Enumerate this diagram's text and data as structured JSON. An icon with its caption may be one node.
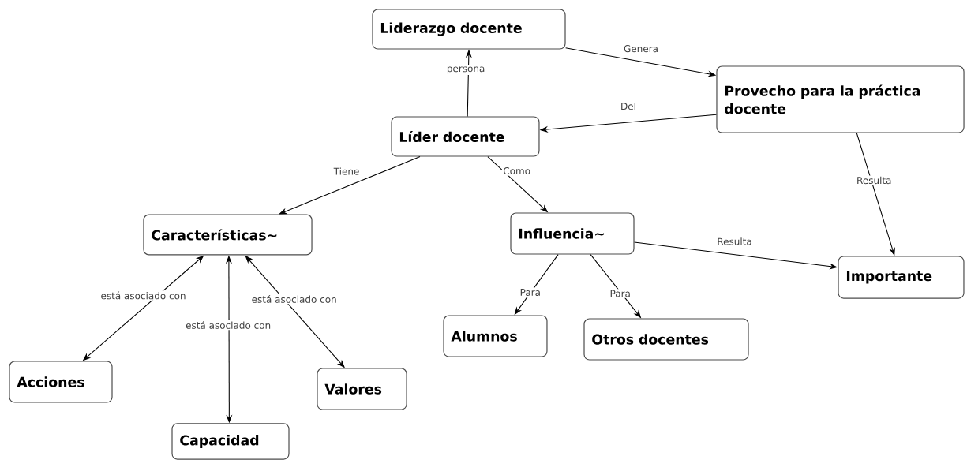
{
  "diagram": {
    "nodes": [
      {
        "text": [
          "Liderazgo docente"
        ]
      },
      {
        "text": [
          "Provecho para la práctica docente"
        ]
      },
      {
        "text": [
          "Líder docente"
        ]
      },
      {
        "text": [
          "Características~"
        ]
      },
      {
        "text": [
          "Influencia~"
        ]
      },
      {
        "text": [
          "Importante"
        ]
      },
      {
        "text": [
          "Alumnos"
        ]
      },
      {
        "text": [
          "Otros docentes"
        ]
      },
      {
        "text": [
          "Acciones"
        ]
      },
      {
        "text": [
          "Valores"
        ]
      },
      {
        "text": [
          "Capacidad"
        ]
      }
    ],
    "edges": [
      {
        "from": 2,
        "to": 0,
        "arrow": "to",
        "label": "persona"
      },
      {
        "from": 0,
        "to": 1,
        "arrow": "to",
        "label": "Genera"
      },
      {
        "from": 1,
        "to": 2,
        "arrow": "to",
        "label": "Del"
      },
      {
        "from": 2,
        "to": 3,
        "arrow": "to",
        "label": "Tiene"
      },
      {
        "from": 2,
        "to": 4,
        "arrow": "to",
        "label": "Como"
      },
      {
        "from": 1,
        "to": 5,
        "arrow": "to",
        "label": "Resulta"
      },
      {
        "from": 4,
        "to": 5,
        "arrow": "to",
        "label": "Resulta"
      },
      {
        "from": 4,
        "to": 6,
        "arrow": "to",
        "label": "Para"
      },
      {
        "from": 4,
        "to": 7,
        "arrow": "to",
        "label": "Para"
      },
      {
        "from": 3,
        "to": 8,
        "arrow": "both",
        "label": "está asociado con"
      },
      {
        "from": 3,
        "to": 10,
        "arrow": "both",
        "label": "está asociado con"
      },
      {
        "from": 3,
        "to": 9,
        "arrow": "both",
        "label": "está asociado con"
      }
    ]
  }
}
